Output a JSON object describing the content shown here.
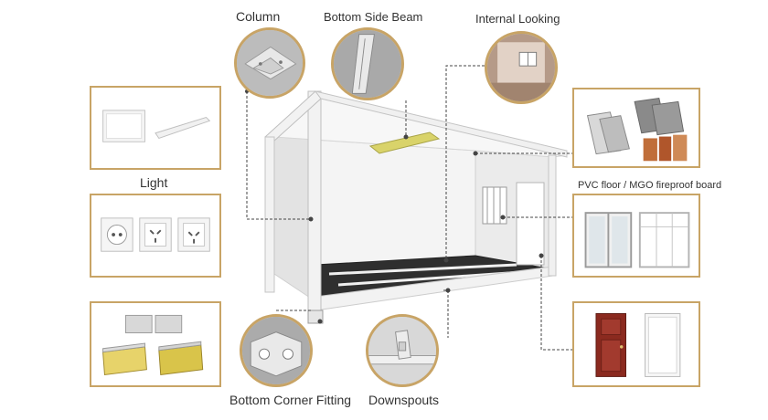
{
  "labels": {
    "column": "Column",
    "bottom_side_beam": "Bottom Side Beam",
    "internal_looking": "Internal Looking",
    "light": "Light",
    "pvc_floor": "PVC floor / MGO fireproof board",
    "bottom_corner_fitting": "Bottom Corner Fitting",
    "downspouts": "Downspouts"
  },
  "colors": {
    "frame_border": "#c8a466",
    "leader_line": "#444444",
    "container_frame": "#f2f2f2",
    "floor": "#2f2f2f",
    "door_red": "#8b2a1f"
  }
}
